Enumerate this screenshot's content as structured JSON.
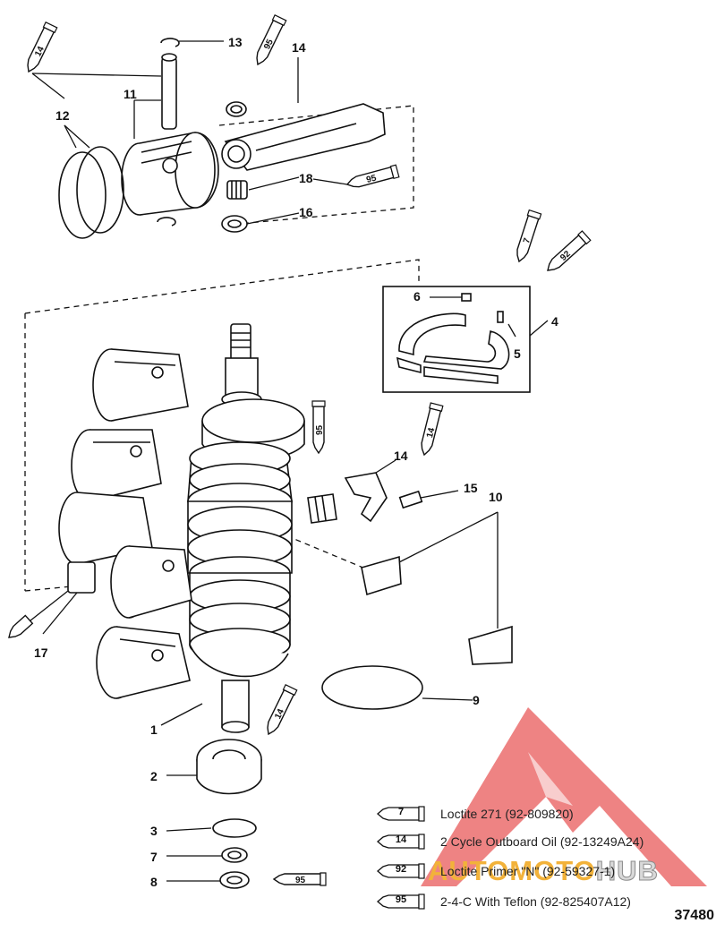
{
  "callouts": {
    "c1": "1",
    "c2": "2",
    "c3": "3",
    "c4": "4",
    "c5": "5",
    "c6": "6",
    "c7": "7",
    "c8": "8",
    "c9": "9",
    "c10": "10",
    "c11": "11",
    "c12": "12",
    "c13": "13",
    "c14a": "14",
    "c14b": "14",
    "c15": "15",
    "c16": "16",
    "c17": "17",
    "c18": "18"
  },
  "tubes": {
    "t14_topleft": "14",
    "t95_top": "95",
    "t95_rod": "95",
    "t7_band": "7",
    "t92_band": "92",
    "t95_mid": "95",
    "t14_mid": "14",
    "t14_bottom": "14",
    "t95_bottom": "95"
  },
  "legend": [
    {
      "code": "7",
      "text": "Loctite 271 (92-809820)"
    },
    {
      "code": "14",
      "text": "2 Cycle Outboard Oil (92-13249A24)"
    },
    {
      "code": "92",
      "text": "Loctite Primer \"N\" (92-59327-1)"
    },
    {
      "code": "95",
      "text": "2-4-C  With Teflon (92-825407A12)"
    }
  ],
  "figure_id": "37480",
  "watermark": {
    "part1": "AUTOMOTO",
    "part2": "HUB",
    "color_red": "#e85a5a",
    "color_gold": "#f2b23a"
  }
}
